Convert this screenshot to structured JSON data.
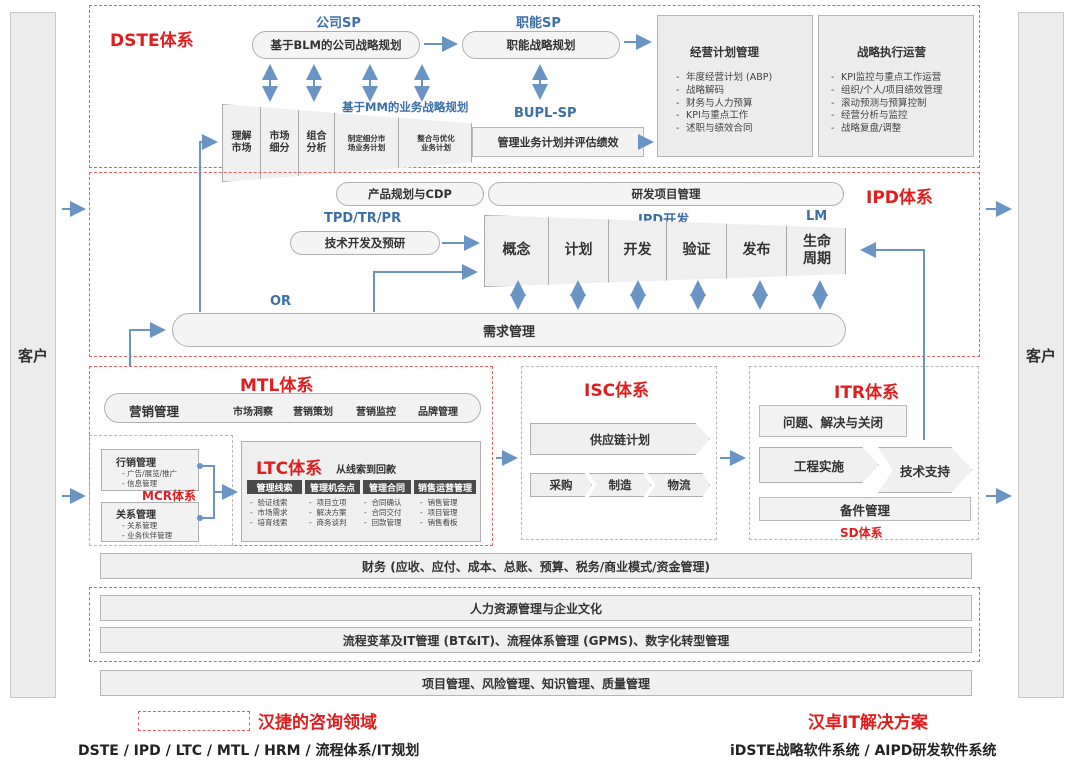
{
  "customer_label": "客户",
  "dste": {
    "title": "DSTE体系",
    "company_sp_label": "公司SP",
    "company_sp_box": "基于BLM的公司战略规划",
    "func_sp_label": "职能SP",
    "func_sp_box": "职能战略规划",
    "mm_label": "基于MM的业务战略规划",
    "bupl_label": "BUPL-SP",
    "bupl_box": "管理业务计划并评估绩效",
    "funnel": [
      "理解\n市场",
      "市场\n细分",
      "组合\n分析",
      "制定细分市\n场业务计划",
      "整合与优化\n业务计划"
    ],
    "biz_plan": {
      "title": "经营计划管理",
      "items": [
        "年度经营计划 (ABP)",
        "战略解码",
        "财务与人力预算",
        "KPI与重点工作",
        "述职与绩效合同"
      ]
    },
    "strategy_exec": {
      "title": "战略执行运营",
      "items": [
        "KPI监控与重点工作运营",
        "组织/个人/项目绩效管理",
        "滚动预测与预算控制",
        "经营分析与监控",
        "战略复盘/调整"
      ]
    }
  },
  "ipd": {
    "title": "IPD体系",
    "cdp": "产品规划与CDP",
    "rd_project": "研发项目管理",
    "tpd_label": "TPD/TR/PR",
    "tech_dev": "技术开发及预研",
    "ipd_dev_label": "IPD开发",
    "lm_label": "LM",
    "phases": [
      "概念",
      "计划",
      "开发",
      "验证",
      "发布",
      "生命\n周期"
    ],
    "or_label": "OR",
    "demand": "需求管理"
  },
  "mtl": {
    "title": "MTL体系",
    "marketing": "营销管理",
    "subs": [
      "市场洞察",
      "营销策划",
      "营销监控",
      "品牌管理"
    ]
  },
  "mcr": {
    "title": "MCR体系",
    "sales_mgmt": "行销管理",
    "sales_items": [
      "广告/展览/推广",
      "信息管理"
    ],
    "rel_mgmt": "关系管理",
    "rel_items": [
      "关系管理",
      "业务伙伴管理"
    ]
  },
  "ltc": {
    "title": "LTC体系",
    "subtitle": "从线索到回款",
    "columns": [
      {
        "head": "管理线索",
        "items": [
          "验证线索",
          "市场需求",
          "培育线索"
        ]
      },
      {
        "head": "管理机会点",
        "items": [
          "项目立项",
          "解决方案",
          "商务谈判"
        ]
      },
      {
        "head": "管理合同",
        "items": [
          "合同确认",
          "合同交付",
          "回款管理"
        ]
      },
      {
        "head": "销售运营管理",
        "items": [
          "销售管理",
          "项目管理",
          "销售看板"
        ]
      }
    ]
  },
  "isc": {
    "title": "ISC体系",
    "supply_plan": "供应链计划",
    "steps": [
      "采购",
      "制造",
      "物流"
    ]
  },
  "itr": {
    "title": "ITR体系",
    "issue": "问题、解决与关闭",
    "engineering": "工程实施",
    "tech_support": "技术支持",
    "spare_parts": "备件管理",
    "sd_label": "SD体系"
  },
  "finance": "财务 (应收、应付、成本、总账、预算、税务/商业模式/资金管理)",
  "hr": "人力资源管理与企业文化",
  "process": "流程变革及IT管理 (BT&IT)、流程体系管理 (GPMS)、数字化转型管理",
  "project": "项目管理、风险管理、知识管理、质量管理",
  "legend": {
    "consult_title": "汉捷的咨询领域",
    "consult_sub": "DSTE / IPD / LTC / MTL / HRM / 流程体系/IT规划",
    "it_title": "汉卓IT解决方案",
    "it_sub": "iDSTE战略软件系统 / AIPD研发软件系统"
  },
  "colors": {
    "red": "#e01e1e",
    "blue": "#3b6fa8",
    "arrow": "#6a94c4"
  }
}
